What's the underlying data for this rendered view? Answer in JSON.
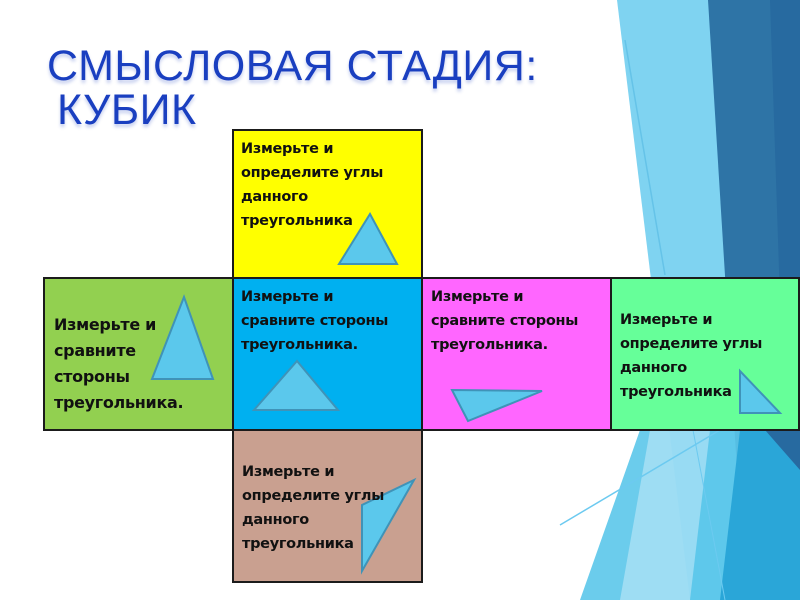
{
  "slide": {
    "title_line1": "СМЫСЛОВАЯ СТАДИЯ:",
    "title_line2": "КУБИК",
    "colors": {
      "title": "#1a3fc0",
      "triangle_fill": "#5bc8ec",
      "triangle_stroke": "#3f93b8"
    }
  },
  "cube": {
    "top": {
      "color": "#ffff00",
      "text": [
        "Измерьте и",
        "определите углы",
        "данного",
        "треугольника"
      ],
      "shape": "triangle-isosceles"
    },
    "left": {
      "color": "#92d050",
      "text": [
        "Измерьте и",
        "сравните",
        "стороны",
        "треугольника."
      ],
      "shape": "triangle-tall-isosceles"
    },
    "center": {
      "color": "#00b0f0",
      "text": [
        "Измерьте и",
        "сравните стороны",
        "треугольника."
      ],
      "shape": "triangle-wide"
    },
    "right": {
      "color": "#ff66ff",
      "text": [
        "Измерьте и",
        "сравните стороны",
        "треугольника."
      ],
      "shape": "triangle-obtuse"
    },
    "far_right": {
      "color": "#66ff99",
      "text": [
        "Измерьте и",
        "определите углы",
        "данного",
        "треугольника"
      ],
      "shape": "triangle-right"
    },
    "bottom": {
      "color": "#c9a090",
      "text": [
        "Измерьте и",
        "определите углы",
        "данного",
        "треугольника"
      ],
      "shape": "triangle-acute-slanted"
    }
  }
}
